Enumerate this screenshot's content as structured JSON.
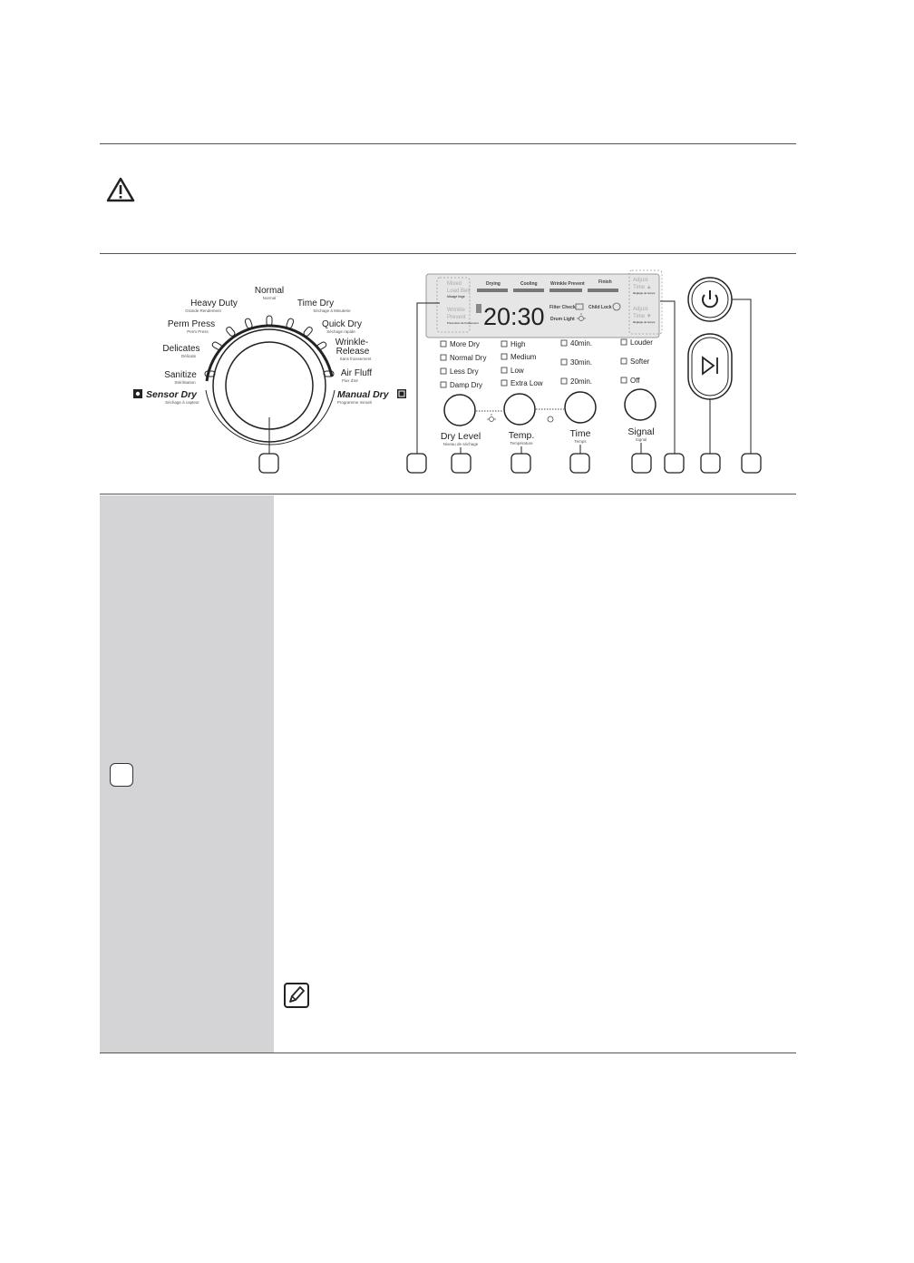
{
  "dial": {
    "left_cycles": [
      {
        "name": "Heavy Duty",
        "sub": "Grande Rendement"
      },
      {
        "name": "Perm Press",
        "sub": "Perm Press"
      },
      {
        "name": "Delicates",
        "sub": "Délicats"
      },
      {
        "name": "Sanitize",
        "sub": "Stérilisation"
      }
    ],
    "top_cycle": {
      "name": "Normal",
      "sub": "Normal"
    },
    "right_cycles": [
      {
        "name": "Time Dry",
        "sub": "Séchage à Minuterie"
      },
      {
        "name": "Quick Dry",
        "sub": "Séchage rapide"
      },
      {
        "name": "Wrinkle-",
        "name2": "Release",
        "sub": "Sans froissement"
      },
      {
        "name": "Air Fluff",
        "sub": "Flux d'air"
      }
    ],
    "sensor_dry": {
      "name": "Sensor Dry",
      "sub": "Séchage à capteur"
    },
    "manual_dry": {
      "name": "Manual Dry",
      "sub": "Programme minuté"
    }
  },
  "display": {
    "left_top": [
      "Mixed",
      "Load Bell"
    ],
    "left_top_sub": "Mixage linge",
    "left_bottom": [
      "Wrinkle",
      "Prevent"
    ],
    "left_bottom_sub": "Prévention de froissement",
    "stages": [
      "Drying",
      "Cooling",
      "Wrinkle Prevent",
      "Finish"
    ],
    "time": "20:30",
    "filter_check": "Filter Check",
    "child_lock": "Child Lock",
    "drum_light": "Drum Light",
    "adjust_up": {
      "label": "Adjust",
      "time": "Time ▲",
      "sub": "Réglage de temps"
    },
    "adjust_down": {
      "label": "Adjust",
      "time": "Time ▼",
      "sub": "Réglage de temps"
    }
  },
  "options": {
    "dry_level": {
      "label": "Dry Level",
      "sub": "Niveau de séchage",
      "items": [
        "More Dry",
        "Normal Dry",
        "Less Dry",
        "Damp Dry"
      ]
    },
    "temp": {
      "label": "Temp.",
      "sub": "Température",
      "items": [
        "High",
        "Medium",
        "Low",
        "Extra Low"
      ]
    },
    "time": {
      "label": "Time",
      "sub": "Temps",
      "items": [
        "40min.",
        "30min.",
        "20min."
      ]
    },
    "signal": {
      "label": "Signal",
      "sub": "Signal",
      "items": [
        "Louder",
        "Softer",
        "Off"
      ]
    }
  },
  "colors": {
    "rule": "#555555",
    "panel_gray": "#d4d4d6",
    "lcd_bg": "#e6e6e6"
  }
}
